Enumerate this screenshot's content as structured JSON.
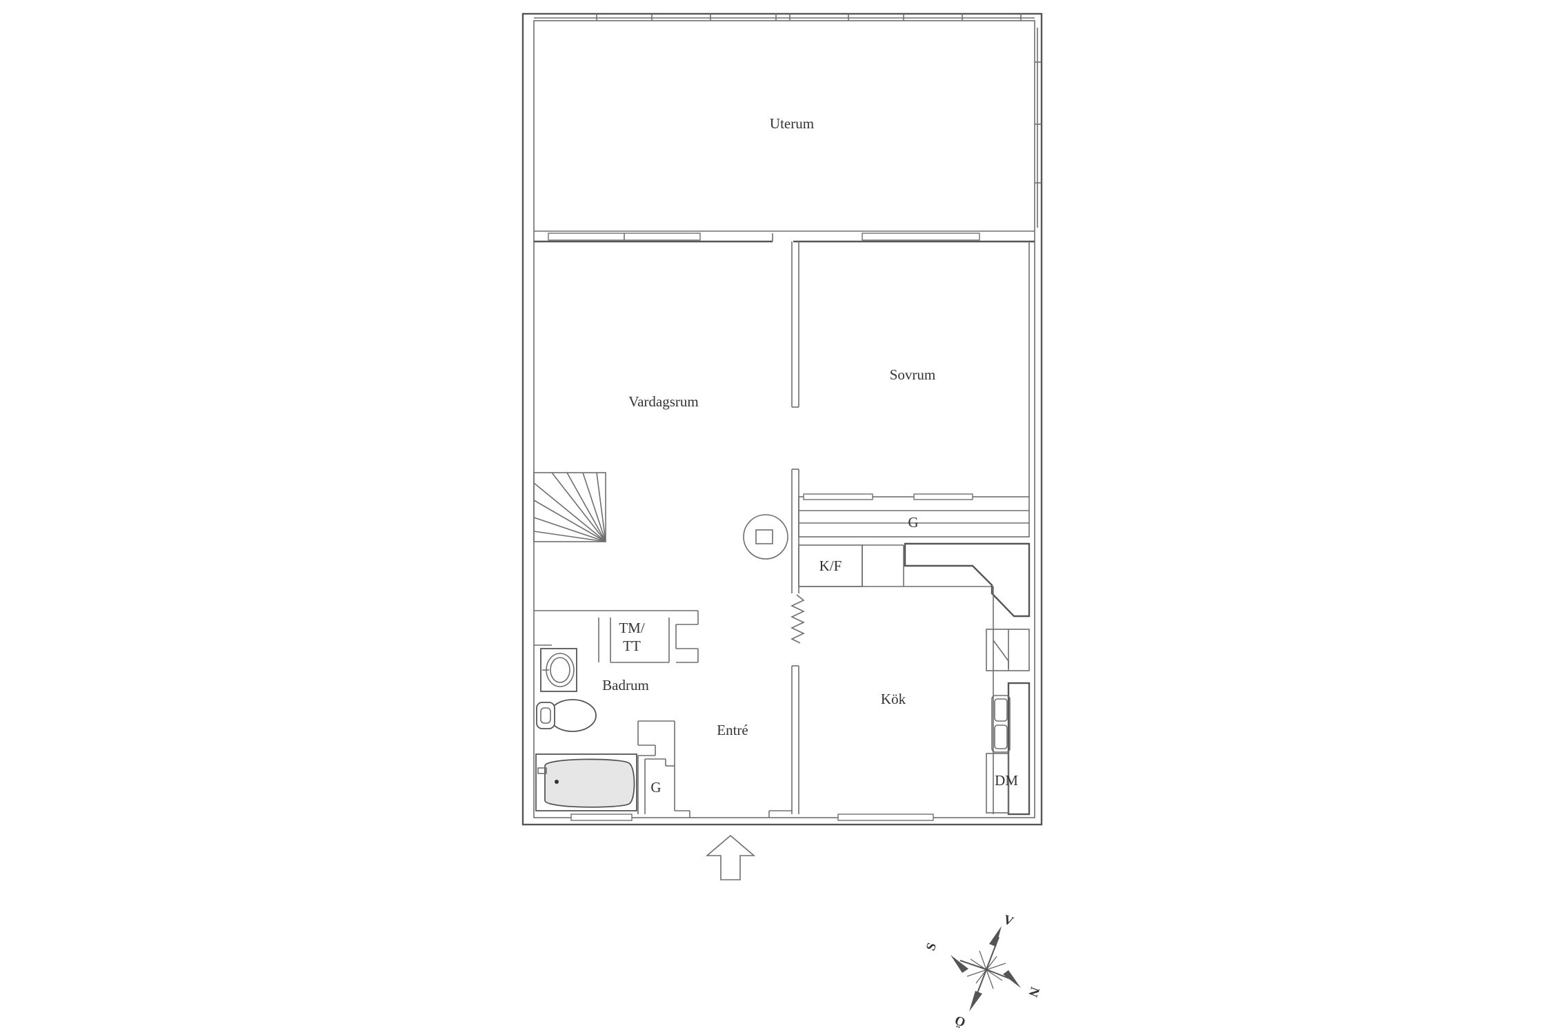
{
  "rooms": {
    "uterum": "Uterum",
    "vardagsrum": "Vardagsrum",
    "sovrum": "Sovrum",
    "badrum": "Badrum",
    "entre": "Entré",
    "kok": "Kök"
  },
  "fixtures": {
    "garderob_sovrum": "G",
    "garderob_entre": "G",
    "kyl_frys": "K/F",
    "tvattmaskin_line1": "TM/",
    "tvattmaskin_line2": "TT",
    "diskmaskin": "DM"
  },
  "compass": {
    "north": "N",
    "south": "S",
    "east": "Ö",
    "west": "V"
  },
  "icons": {
    "entrance": "entrance-arrow-icon",
    "compass": "compass-rose-icon",
    "stairs": "stairs-icon",
    "toilet": "toilet-icon",
    "sink": "sink-icon",
    "bathtub": "bathtub-icon",
    "stove": "stove-icon"
  },
  "colors": {
    "wall": "#555555",
    "line": "#6e6e6e",
    "text": "#333333",
    "compass": "#666666",
    "background": "#ffffff"
  }
}
